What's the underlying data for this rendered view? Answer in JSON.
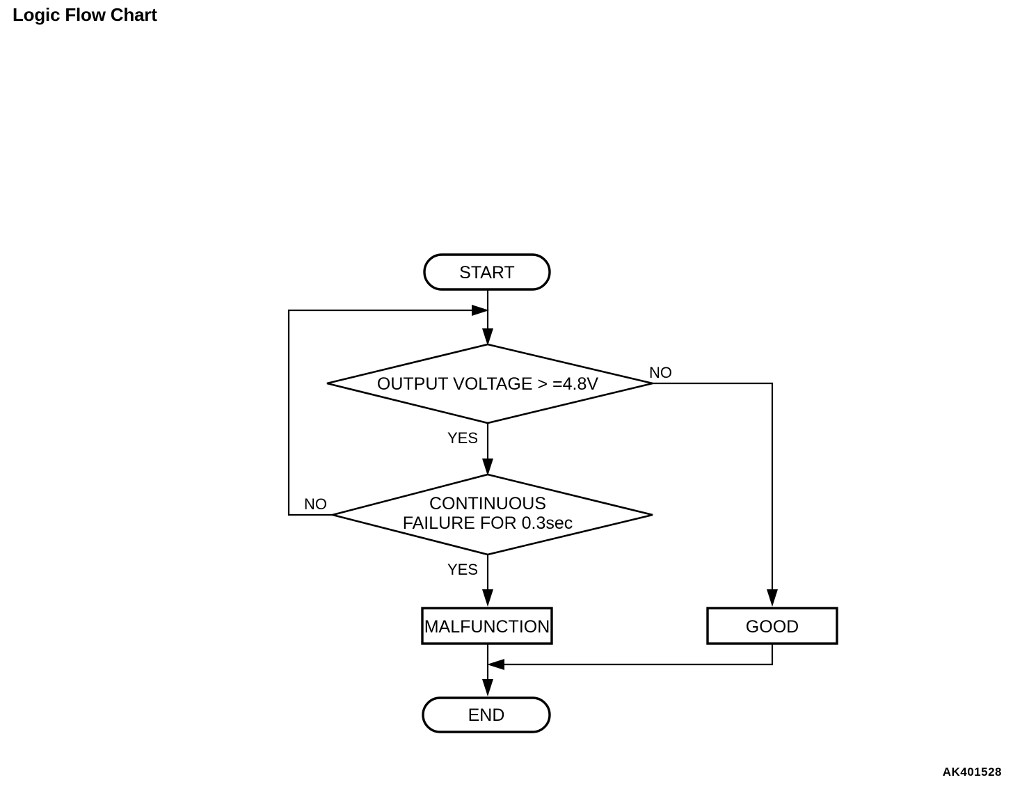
{
  "page": {
    "title": "Logic Flow Chart",
    "figure_code": "AK401528",
    "background_color": "#ffffff",
    "line_color": "#000000"
  },
  "chart_data": {
    "type": "diagram",
    "diagram_type": "flowchart",
    "title": "Logic Flow Chart",
    "nodes": [
      {
        "id": "start",
        "shape": "terminator",
        "label": "START"
      },
      {
        "id": "decision1",
        "shape": "decision",
        "label": "OUTPUT VOLTAGE > =4.8V"
      },
      {
        "id": "decision2",
        "shape": "decision",
        "label_line1": "CONTINUOUS",
        "label_line2": "FAILURE FOR 0.3sec"
      },
      {
        "id": "malfunction",
        "shape": "process",
        "label": "MALFUNCTION"
      },
      {
        "id": "good",
        "shape": "process",
        "label": "GOOD"
      },
      {
        "id": "end",
        "shape": "terminator",
        "label": "END"
      }
    ],
    "edges": [
      {
        "from": "start",
        "to": "decision1",
        "label": ""
      },
      {
        "from": "decision1",
        "to": "decision2",
        "label": "YES"
      },
      {
        "from": "decision1",
        "to": "good",
        "label": "NO"
      },
      {
        "from": "decision2",
        "to": "malfunction",
        "label": "YES"
      },
      {
        "from": "decision2",
        "to": "decision1",
        "label": "NO"
      },
      {
        "from": "malfunction",
        "to": "end",
        "label": ""
      },
      {
        "from": "good",
        "to": "end",
        "label": ""
      }
    ]
  },
  "labels": {
    "start": "START",
    "decision1": "OUTPUT VOLTAGE > =4.8V",
    "decision2_line1": "CONTINUOUS",
    "decision2_line2": "FAILURE FOR 0.3sec",
    "malfunction": "MALFUNCTION",
    "good": "GOOD",
    "end": "END",
    "branch_d1_no": "NO",
    "branch_d1_yes": "YES",
    "branch_d2_no": "NO",
    "branch_d2_yes": "YES"
  }
}
